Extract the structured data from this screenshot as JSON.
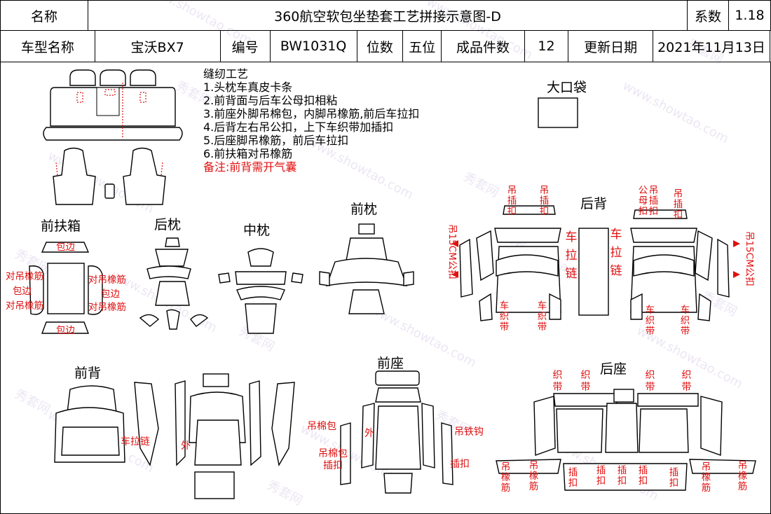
{
  "header": {
    "name_label": "名称",
    "title": "360航空软包坐垫套工艺拼接示意图-D",
    "coef_label": "系数",
    "coef_value": "1.18",
    "model_label": "车型名称",
    "model_value": "宝沃BX7",
    "code_label": "编号",
    "code_value": "BW1031Q",
    "seats_label": "位数",
    "seats_value": "五位",
    "pieces_label": "成品件数",
    "pieces_value": "12",
    "date_label": "更新日期",
    "date_value": "2021年11月13日"
  },
  "notes": {
    "heading": "缝纫工艺",
    "items": [
      "1.头枕车真皮卡条",
      "2.前背面与后车公母扣相粘",
      "3.前座外脚吊棉包，内脚吊橡筋,前后车拉扣",
      "4.后背左右吊公扣，上下车织带加插扣",
      "5.后座脚吊橡筋，前后车拉扣",
      "6.前扶箱对吊橡筋"
    ],
    "remark": "备注:前背需开气囊"
  },
  "section_labels": {
    "big_pocket": "大口袋",
    "front_armrest": "前扶箱",
    "rear_pillow": "后枕",
    "middle_pillow": "中枕",
    "front_pillow": "前枕",
    "rear_back": "后背",
    "front_back": "前背",
    "front_seat": "前座",
    "rear_seat": "后座"
  },
  "annotations": {
    "armrest_edge_top": "包边",
    "armrest_edge_mid": "包边",
    "armrest_edge_bottom": "包边",
    "armrest_edge_right": "包边",
    "armrest_elastic_left_1": "对吊橡筋",
    "armrest_elastic_left_2": "对吊橡筋",
    "armrest_elastic_right_1": "对吊橡筋",
    "armrest_elastic_right_2": "对吊橡筋",
    "rb_top_1": "吊插扣",
    "rb_top_2": "吊插扣",
    "rb_top_3": "公母扣",
    "rb_top_4": "吊插扣",
    "rb_top_5": "吊插扣",
    "rb_side_left": "吊15CM公扣",
    "rb_side_right": "吊15CM公扣",
    "rb_pull_left": "车拉链",
    "rb_pull_right": "车拉链",
    "rb_strap_1": "车织带",
    "rb_strap_2": "车织带",
    "rb_strap_3": "车织带",
    "rb_strap_4": "车织带",
    "fb_zipper": "车拉链",
    "fb_outer": "外",
    "fs_cotton_pack": "吊棉包",
    "fs_cotton_buckle": "吊棉包插扣",
    "fs_outer": "外",
    "fs_hook": "吊铁钩",
    "fs_buckle": "插扣",
    "rs_strap_1": "织带",
    "rs_strap_2": "织带",
    "rs_strap_3": "织带",
    "rs_strap_4": "织带",
    "rs_bottom_1": "吊橡筋",
    "rs_bottom_2": "吊橡筋",
    "rs_bottom_3": "插扣",
    "rs_bottom_4": "插扣",
    "rs_bottom_5": "插扣",
    "rs_bottom_6": "插扣",
    "rs_bottom_7": "插扣",
    "rs_bottom_8": "吊橡筋",
    "rs_bottom_9": "吊橡筋"
  },
  "watermark": {
    "brand": "秀套网",
    "domain": "www.showtao.com"
  }
}
